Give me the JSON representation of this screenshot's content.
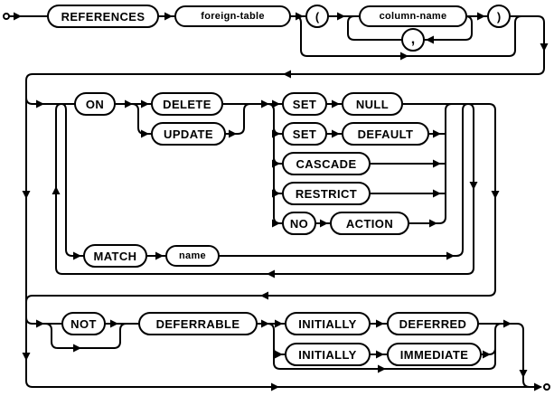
{
  "diagram": {
    "type": "railroad-syntax-diagram",
    "background_color": "#ffffff",
    "line_color": "#000000",
    "nodes": {
      "references": "REFERENCES",
      "foreign_table": "foreign-table",
      "lparen": "(",
      "column_name": "column-name",
      "comma": ",",
      "rparen": ")",
      "on": "ON",
      "delete": "DELETE",
      "update": "UPDATE",
      "set1": "SET",
      "null": "NULL",
      "set2": "SET",
      "default": "DEFAULT",
      "cascade": "CASCADE",
      "restrict": "RESTRICT",
      "no": "NO",
      "action": "ACTION",
      "match": "MATCH",
      "name": "name",
      "not": "NOT",
      "deferrable": "DEFERRABLE",
      "initially1": "INITIALLY",
      "deferred": "DEFERRED",
      "initially2": "INITIALLY",
      "immediate": "IMMEDIATE"
    }
  }
}
